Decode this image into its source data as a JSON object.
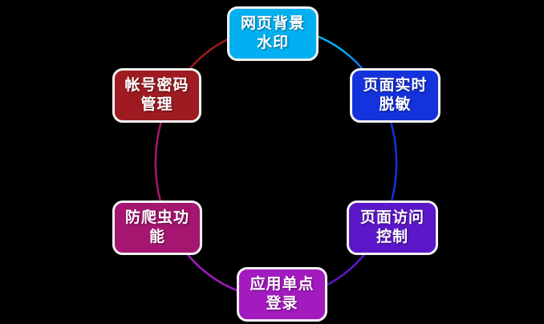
{
  "diagram": {
    "type": "cycle",
    "background_color": "#000000",
    "node_border_color": "#F2F2F2",
    "node_text_color": "#FFFFFF",
    "nodes": [
      {
        "id": "web-background-watermark",
        "line1": "网页背景",
        "line2": "水印",
        "color": "#00B0F0"
      },
      {
        "id": "page-realtime-masking",
        "line1": "页面实时",
        "line2": "脱敏",
        "color": "#1433DC"
      },
      {
        "id": "page-access-control",
        "line1": "页面访问",
        "line2": "控制",
        "color": "#5B17C9"
      },
      {
        "id": "app-single-sign-on",
        "line1": "应用单点",
        "line2": "登录",
        "color": "#A31ABF"
      },
      {
        "id": "anti-crawler-function",
        "line1": "防爬虫功",
        "line2": "能",
        "color": "#A4166F"
      },
      {
        "id": "account-password-mgmt",
        "line1": "帐号密码",
        "line2": "管理",
        "color": "#9D1B21"
      }
    ],
    "connectors": [
      {
        "from": "web-background-watermark",
        "to": "page-realtime-masking",
        "color_start": "#00B0F0",
        "color_end": "#1433DC"
      },
      {
        "from": "page-realtime-masking",
        "to": "page-access-control",
        "color": "#1433DC"
      },
      {
        "from": "page-access-control",
        "to": "app-single-sign-on",
        "color": "#5B17C9"
      },
      {
        "from": "app-single-sign-on",
        "to": "anti-crawler-function",
        "color": "#A31ABF"
      },
      {
        "from": "anti-crawler-function",
        "to": "account-password-mgmt",
        "color": "#A4166F"
      },
      {
        "from": "account-password-mgmt",
        "to": "web-background-watermark",
        "color": "#9D1B21"
      }
    ]
  }
}
